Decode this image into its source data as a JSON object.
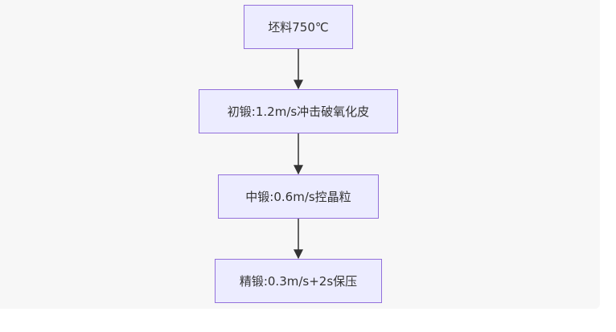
{
  "diagram": {
    "colors": {
      "background": "#f7f7f7",
      "node_fill": "#ececff",
      "node_border": "#9370db",
      "edge": "#333333",
      "text": "#333333"
    },
    "nodes": [
      {
        "id": "n1",
        "label": "坯料750℃"
      },
      {
        "id": "n2",
        "label": "初锻:1.2m/s冲击破氧化皮"
      },
      {
        "id": "n3",
        "label": "中锻:0.6m/s控晶粒"
      },
      {
        "id": "n4",
        "label": "精锻:0.3m/s+2s保压"
      }
    ],
    "edges": [
      {
        "from": "n1",
        "to": "n2"
      },
      {
        "from": "n2",
        "to": "n3"
      },
      {
        "from": "n3",
        "to": "n4"
      }
    ]
  }
}
